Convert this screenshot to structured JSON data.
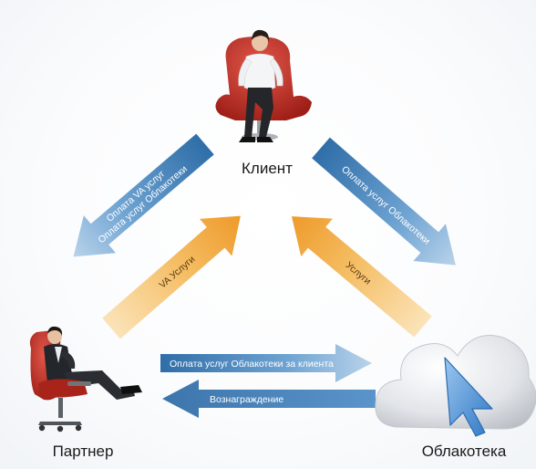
{
  "nodes": {
    "client": "Клиент",
    "partner": "Партнер",
    "cloud": "Облакотека"
  },
  "arrows": {
    "va_payment_line1": "Оплата VA услуг",
    "va_payment_line2": "Оплата услуг Облакотеки",
    "va_services": "VA Услуги",
    "cloud_payment": "Оплата услуг Облакотеки",
    "services": "Услуги",
    "payment_for_client": "Оплата услуг Облакотеки за клиента",
    "reward": "Вознаграждение"
  },
  "colors": {
    "blue_arrow": "#3f7fb8",
    "orange_arrow": "#f0a43a",
    "cloud": "#cfd3d8",
    "cursor": "#4a90d6"
  }
}
